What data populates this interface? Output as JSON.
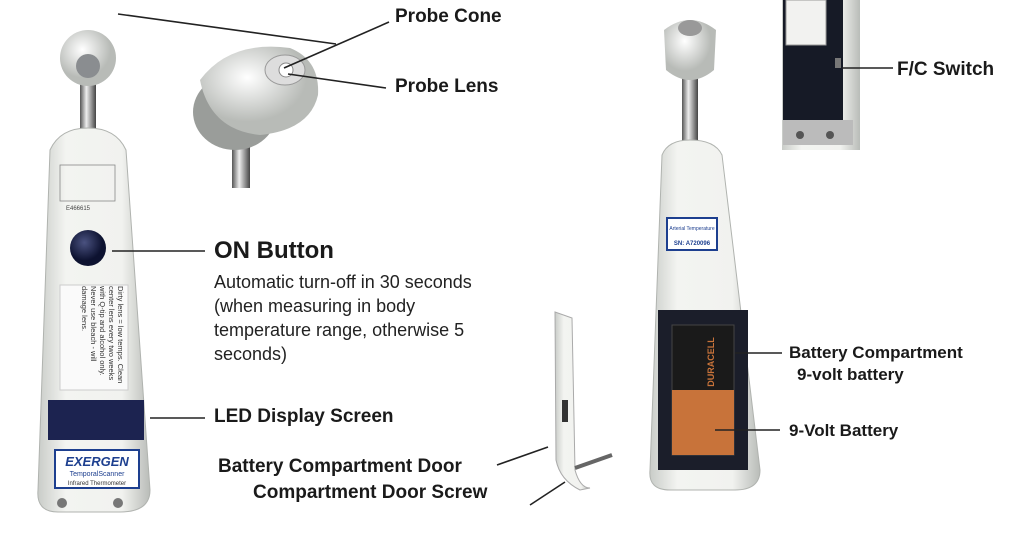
{
  "labels": {
    "probe_cone": "Probe Cone",
    "probe_lens": "Probe Lens",
    "on_button": "ON Button",
    "on_button_desc": "Automatic turn-off in 30 seconds (when measuring in body temperature range, otherwise 5 seconds)",
    "led_display": "LED Display Screen",
    "battery_door": "Battery Compartment Door",
    "door_screw": "Compartment Door Screw",
    "fc_switch": "F/C Switch",
    "battery_compartment": "Battery Compartment",
    "battery_compartment_sub": "9-volt battery",
    "nine_volt_battery": "9-Volt Battery"
  },
  "device": {
    "brand": "EXERGEN",
    "product": "TemporalScanner",
    "product_type": "Infrared Thermometer",
    "warning_label": "Dirty lens = low temps. Clean center lens every two weeks with Q-tip and alcohol only. Never use bleach - will damage lens.",
    "cert_code": "E466615",
    "serial_label": "SN: A720096",
    "serial_heading": "Arterial Temperature",
    "battery_brand": "DURACELL"
  },
  "colors": {
    "device_body": "#eceeea",
    "led_screen": "#1c2350",
    "on_button": "#141a3a",
    "brand_blue": "#1d3f8f",
    "battery_copper": "#c8733a"
  }
}
